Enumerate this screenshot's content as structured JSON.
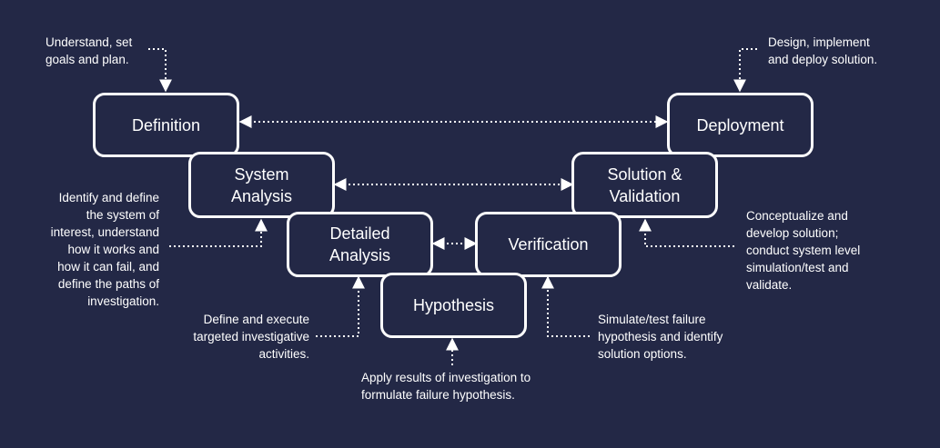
{
  "stages": {
    "definition": "Definition",
    "system_analysis": "System\nAnalysis",
    "detailed_analysis": "Detailed\nAnalysis",
    "hypothesis": "Hypothesis",
    "verification": "Verification",
    "solution_validation": "Solution &\nValidation",
    "deployment": "Deployment"
  },
  "notes": {
    "definition": "Understand, set\ngoals and plan.",
    "system_analysis": "Identify and define\nthe system of\ninterest, understand\nhow it works and\nhow it can fail, and\ndefine the paths of\ninvestigation.",
    "detailed_analysis": "Define and execute\ntargeted investigative\nactivities.",
    "hypothesis": "Apply results of investigation to\nformulate failure hypothesis.",
    "verification": "Simulate/test failure\nhypothesis and identify\nsolution options.",
    "solution_validation": "Conceptualize and\ndevelop solution;\nconduct system level\nsimulation/test and\nvalidate.",
    "deployment": "Design, implement\nand deploy solution."
  },
  "colors": {
    "background": "#232846",
    "node_fill": "#232846",
    "stroke": "#ffffff",
    "text": "#ffffff"
  }
}
